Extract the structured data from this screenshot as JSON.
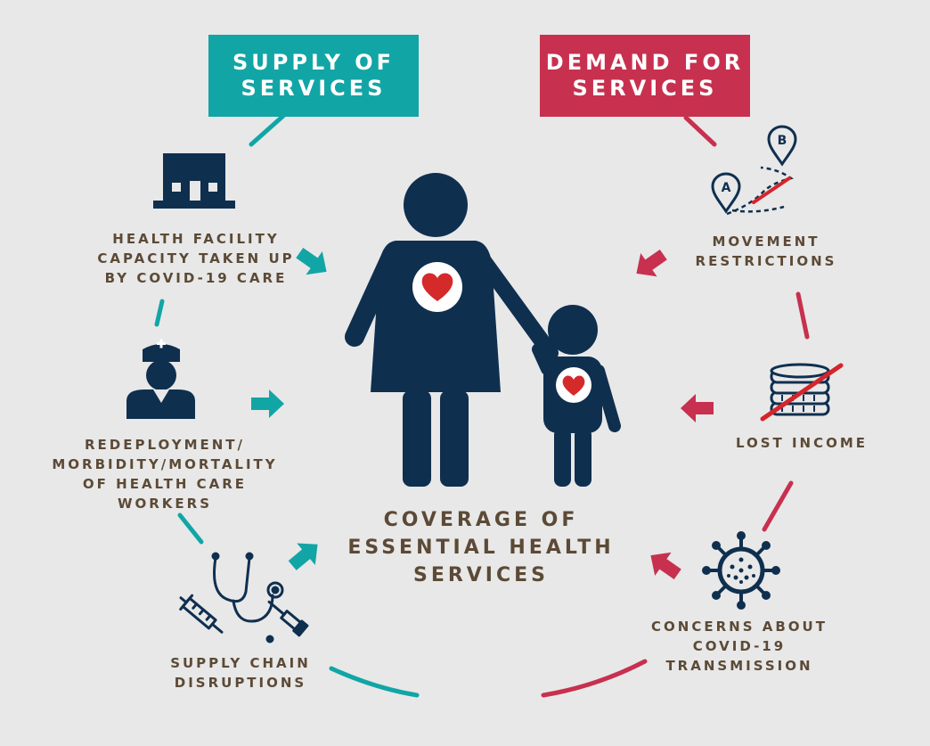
{
  "colors": {
    "supply": "#12a5a6",
    "demand": "#c8304f",
    "navy": "#0f2f4f",
    "heart": "#d42a2a",
    "text": "#5c4a36",
    "background": "#e8e8e8"
  },
  "headers": {
    "supply": "SUPPLY OF\nSERVICES",
    "demand": "DEMAND FOR\nSERVICES"
  },
  "center": {
    "title": "COVERAGE OF\nESSENTIAL HEALTH\nSERVICES"
  },
  "supply_factors": [
    {
      "label": "HEALTH FACILITY\nCAPACITY TAKEN UP\nBY COVID-19 CARE",
      "icon": "hospital-icon"
    },
    {
      "label": "REDEPLOYMENT/\nMORBIDITY/MORTALITY\nOF HEALTH CARE\nWORKERS",
      "icon": "health-worker-icon"
    },
    {
      "label": "SUPPLY CHAIN\nDISRUPTIONS",
      "icon": "medical-supplies-icon"
    }
  ],
  "demand_factors": [
    {
      "label": "MOVEMENT\nRESTRICTIONS",
      "icon": "route-map-icon",
      "pin_a": "A",
      "pin_b": "B"
    },
    {
      "label": "LOST INCOME",
      "icon": "crossed-coins-icon"
    },
    {
      "label": "CONCERNS ABOUT\nCOVID-19\nTRANSMISSION",
      "icon": "virus-icon"
    }
  ]
}
